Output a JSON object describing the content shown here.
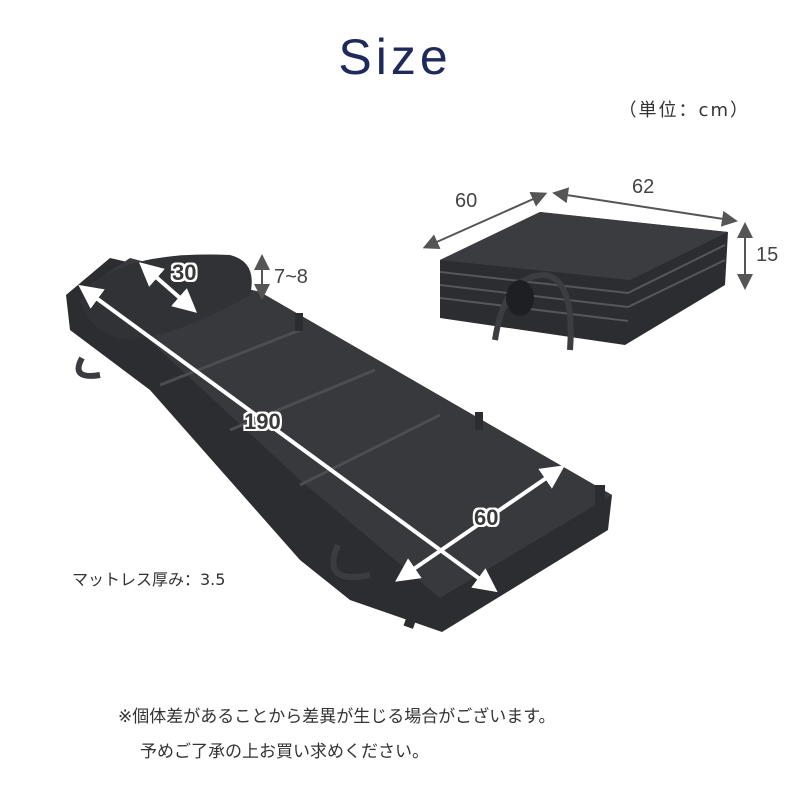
{
  "title": "Size",
  "unit_note": "（単位：cm）",
  "folded": {
    "depth": "60",
    "width": "62",
    "height": "15"
  },
  "open": {
    "pillow_depth": "30",
    "pillow_height": "7~8",
    "length": "190",
    "width": "60"
  },
  "thickness_label": "マットレス厚み：3.5",
  "notes": [
    "※個体差があることから差異が生じる場合がございます。",
    "予めご了承の上お買い求めください。"
  ],
  "colors": {
    "title": "#1f2a5c",
    "mattress": "#2b2d30",
    "arrow": "#ffffff"
  }
}
